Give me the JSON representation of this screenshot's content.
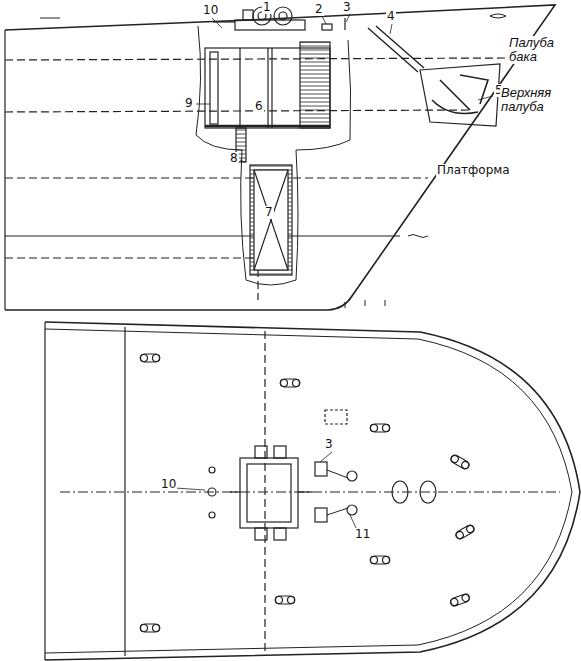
{
  "diagram": {
    "labels": [
      "10",
      "1",
      "2",
      "3",
      "4",
      "5",
      "9",
      "6",
      "8",
      "7",
      "Палуба бака",
      "Верхняя палуба",
      "Платформа",
      "10",
      "3",
      "11"
    ]
  }
}
